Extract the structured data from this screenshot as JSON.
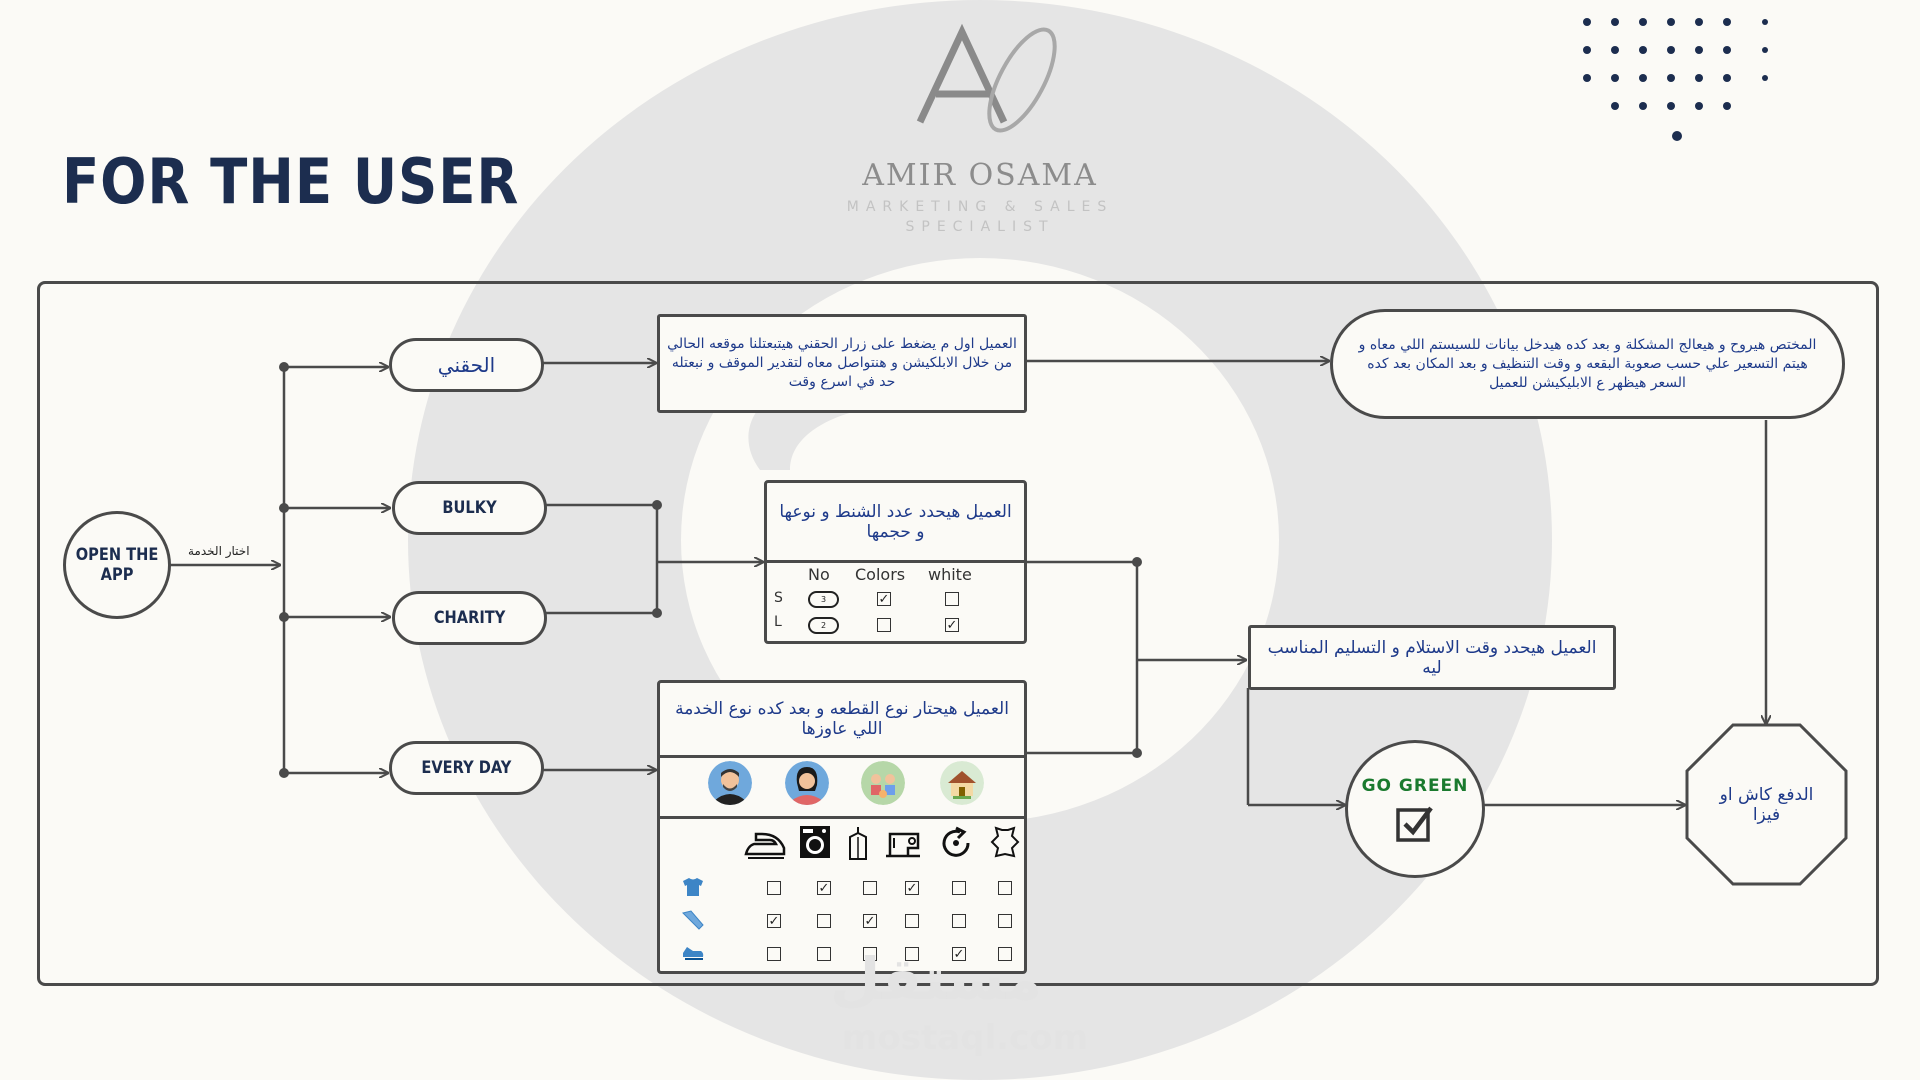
{
  "heading": "FOR THE USER",
  "brand": {
    "monogram": "A",
    "name": "AMIR OSAMA",
    "subtitle_line1": "MARKETING & SALES",
    "subtitle_line2": "SPECIALIST"
  },
  "watermark": {
    "arabic": "مستقل",
    "latin": "mostaql.com"
  },
  "start_node": {
    "line1": "OPEN THE",
    "line2": "APP"
  },
  "choose_service_label": "اختار الخدمة",
  "services": {
    "hafni": "الحقني",
    "bulky": "BULKY",
    "charity": "CHARITY",
    "everyday": "EVERY DAY"
  },
  "steps": {
    "hafni_desc": "العميل اول م يضغط على زرار الحقني هيتبعتلنا موقعه الحالي من خلال الابلكيشن و هنتواصل معاه لتقدير الموقف و نبعتله حد في اسرع وقت",
    "specialist_desc": "المختص هيروح و هيعالج المشكلة و بعد كده هيدخل بيانات للسيستم اللي معاه و هيتم التسعير علي حسب صعوبة البقعه و وقت التنظيف و بعد المكان بعد كده السعر هيظهر ع الابليكيشن للعميل",
    "bags_desc": "العميل هيحدد عدد الشنط و نوعها و حجمها",
    "piece_desc": "العميل هيحتار نوع القطعه و بعد كده نوع الخدمة اللي عاوزها",
    "schedule_desc": "العميل هيحدد وقت الاستلام و التسليم المناسب ليه",
    "go_green": "GO GREEN",
    "payment": "الدفع كاش او فيزا"
  },
  "bags_table": {
    "columns": [
      "No",
      "Colors",
      "white"
    ],
    "rows": [
      {
        "size": "S",
        "count": "3",
        "colors": true,
        "white": false
      },
      {
        "size": "L",
        "count": "2",
        "colors": false,
        "white": true
      }
    ]
  },
  "clothing_avatars": [
    "man-avatar",
    "woman-avatar",
    "kids-avatar",
    "home-avatar"
  ],
  "service_icons": [
    "iron-icon",
    "washing-machine-icon",
    "dry-clean-bag-icon",
    "sewing-machine-icon",
    "refresh-icon",
    "leather-icon"
  ],
  "items_grid": [
    {
      "item": "tshirt-icon",
      "checks": [
        false,
        true,
        false,
        true,
        false,
        false
      ]
    },
    {
      "item": "tie-icon",
      "checks": [
        true,
        false,
        true,
        false,
        false,
        false
      ]
    },
    {
      "item": "shoes-icon",
      "checks": [
        false,
        false,
        false,
        false,
        true,
        false
      ]
    }
  ],
  "colors": {
    "navy": "#1c2d4f",
    "text_blue": "#1e3a8a",
    "green": "#1a7a2e",
    "line": "#4a4a4a"
  }
}
